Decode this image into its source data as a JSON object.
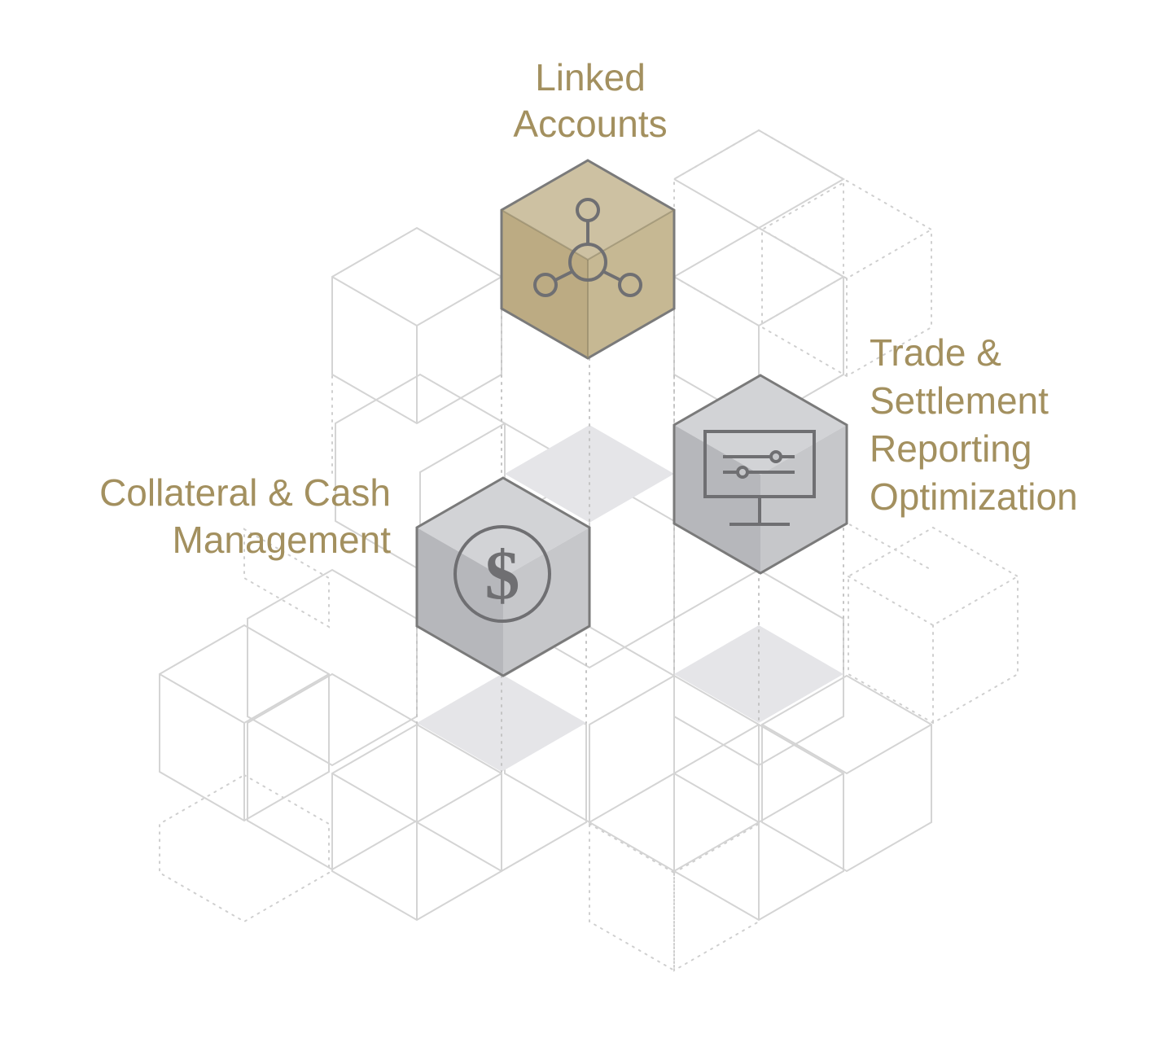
{
  "labels": {
    "linked_accounts": [
      "Linked",
      "Accounts"
    ],
    "trade_settlement": [
      "Trade &",
      "Settlement",
      "Reporting",
      "Optimization"
    ],
    "collateral_cash": [
      "Collateral & Cash",
      "Management"
    ]
  },
  "colors": {
    "label_text": "#a3905f",
    "gold_top": "#cdc1a2",
    "gold_left": "#bcab83",
    "gold_right": "#c6b893",
    "gold_edge": "#7a7a7a",
    "gray_top": "#d2d3d6",
    "gray_left": "#b6b7bb",
    "gray_right": "#c6c7ca",
    "grid_line": "#d4d4d4",
    "shadow_tile": "#e5e5e8",
    "icon_stroke": "#6f6f72"
  },
  "icons": [
    "network-hub-icon",
    "presentation-sliders-icon",
    "dollar-icon"
  ]
}
